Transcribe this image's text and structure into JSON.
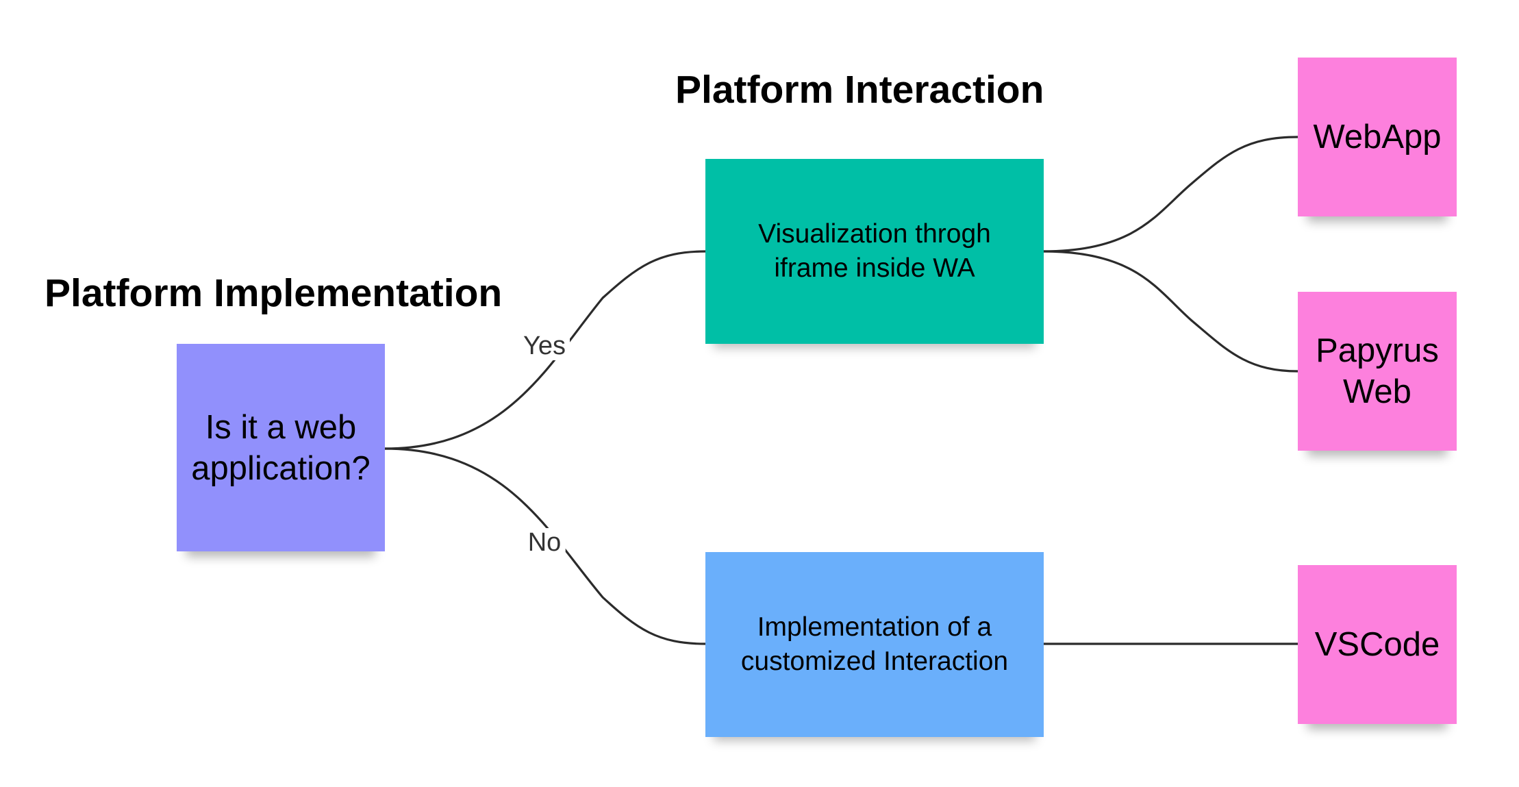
{
  "headings": {
    "implementation": "Platform Implementation",
    "interaction": "Platform Interaction"
  },
  "nodes": {
    "question": {
      "label_line1": "Is it a web",
      "label_line2": "application?",
      "color": "#9190fc"
    },
    "iframe": {
      "label_line1": "Visualization throgh",
      "label_line2": "iframe inside WA",
      "color": "#00bfa6"
    },
    "custom": {
      "label_line1": "Implementation of a",
      "label_line2": "customized Interaction",
      "color": "#6aaffb"
    },
    "webapp": {
      "label": "WebApp",
      "color": "#fd80dd"
    },
    "papyrus": {
      "label_line1": "Papyrus",
      "label_line2": "Web",
      "color": "#fd80dd"
    },
    "vscode": {
      "label": "VSCode",
      "color": "#fd80dd"
    }
  },
  "edges": {
    "yes_label": "Yes",
    "no_label": "No"
  }
}
